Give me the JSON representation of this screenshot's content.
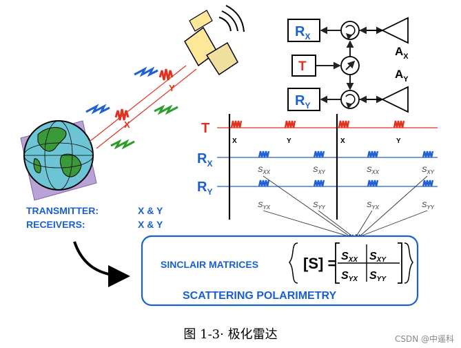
{
  "blocks": {
    "rx_top": {
      "main": "R",
      "sub": "X"
    },
    "transmitter": "T",
    "rx_bottom": {
      "main": "R",
      "sub": "Y"
    },
    "antenna_x": {
      "main": "A",
      "sub": "X"
    },
    "antenna_y": {
      "main": "A",
      "sub": "Y"
    }
  },
  "beams": {
    "x_label": "X",
    "y_label": "Y"
  },
  "timing": {
    "row_t": {
      "main": "T",
      "sub": ""
    },
    "row_rx": {
      "main": "R",
      "sub": "X"
    },
    "row_ry": {
      "main": "R",
      "sub": "Y"
    },
    "pulse_labels": [
      "X",
      "Y",
      "X",
      "Y"
    ],
    "rx_labels": [
      "S",
      "XX",
      "S",
      "XY",
      "S",
      "XX",
      "S",
      "XY"
    ],
    "ry_labels": [
      "S",
      "YX",
      "S",
      "YY",
      "S",
      "YX",
      "S",
      "YY"
    ]
  },
  "legend": {
    "transmitter_label": "TRANSMITTER:",
    "transmitter_value": "X & Y",
    "receivers_label": "RECEIVERS:",
    "receivers_value": "X & Y"
  },
  "result_box": {
    "sinclair": "SINCLAIR MATRICES",
    "title": "SCATTERING POLARIMETRY",
    "matrix_lhs": "[S] =",
    "m11": "XX",
    "m12": "XY",
    "m21": "YX",
    "m22": "YY",
    "s": "S"
  },
  "caption": "图 1-3· 极化雷达",
  "watermark": "CSDN @中遥科",
  "colors": {
    "red": "#e03020",
    "blue": "#2060d0",
    "accent_blue": "#1a5fd0",
    "green": "#2a9d2a"
  }
}
